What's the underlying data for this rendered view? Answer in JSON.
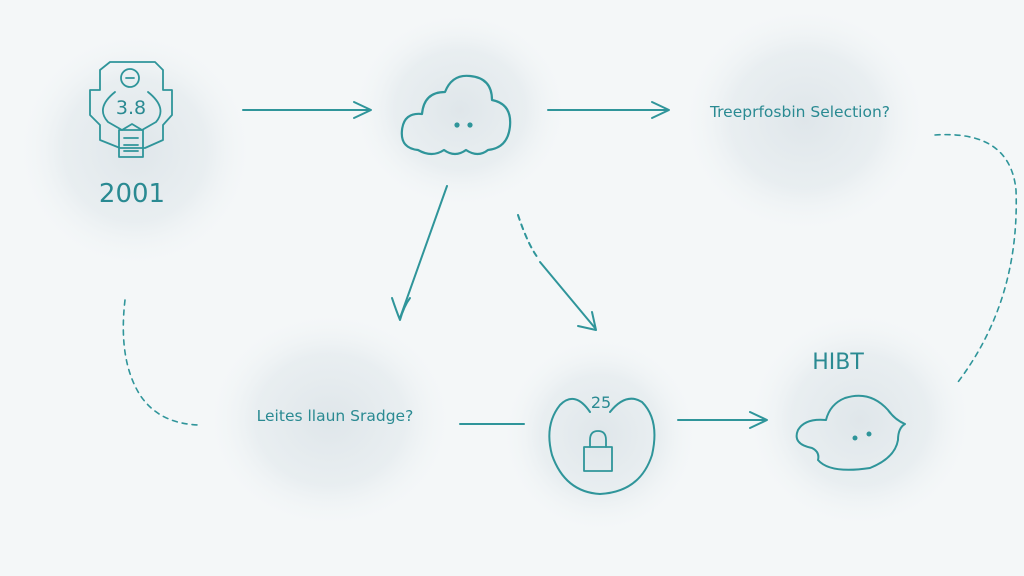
{
  "colors": {
    "accent": "#2f959a",
    "text": "#2a8a92",
    "background": "#f4f7f8",
    "blob": "#dfe6ea"
  },
  "nodes": {
    "device": {
      "value": "3.8",
      "year": "2001",
      "icon": "badge-device-icon"
    },
    "cloud": {
      "icon": "cloud-face-icon"
    },
    "selection": {
      "label": "Treeprfosbin Selection?"
    },
    "storage": {
      "label": "Leites llaun Sradge?"
    },
    "lock": {
      "value": "25",
      "icon": "heart-lock-icon"
    },
    "hibt": {
      "label": "HIBT",
      "icon": "creature-face-icon"
    }
  }
}
